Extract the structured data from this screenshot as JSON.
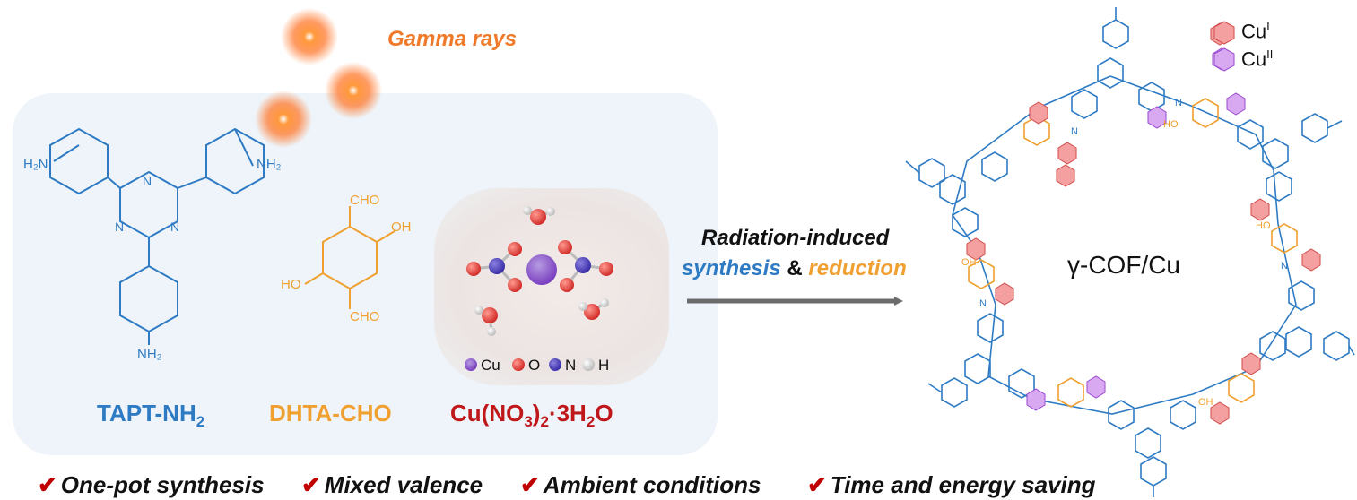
{
  "gamma_label": "Gamma rays",
  "reagents": {
    "tapt": {
      "name_main": "TAPT-NH",
      "name_sub": "2",
      "amine_top_left": "H₂N",
      "amine_top_right": "NH₂",
      "amine_bottom": "NH₂",
      "ring_atom": "N"
    },
    "dhta": {
      "name": "DHTA-CHO",
      "cho": "CHO",
      "oh": "OH",
      "ho": "HO"
    },
    "cu_salt": {
      "name_parts": [
        "Cu(NO",
        "3",
        ")",
        "2",
        "·3H",
        "2",
        "O"
      ],
      "atom_legend": [
        {
          "symbol": "Cu",
          "color": "#6a2fb0"
        },
        {
          "symbol": "O",
          "color": "#e0403a"
        },
        {
          "symbol": "N",
          "color": "#4a3fb8"
        },
        {
          "symbol": "H",
          "color": "#d8d8d8"
        }
      ]
    }
  },
  "arrow_label": {
    "line1": "Radiation-induced",
    "synthesis": "synthesis",
    "amp": "&",
    "reduction": "reduction"
  },
  "product": {
    "name": "γ-COF/Cu",
    "legend": [
      {
        "label": "Cu",
        "sup": "I",
        "color": "#f07070"
      },
      {
        "label": "Cu",
        "sup": "II",
        "color": "#b070e0"
      }
    ],
    "amine_n": "N",
    "hydroxyl": "OH",
    "hydroxyl_alt": "HO"
  },
  "checkmarks": [
    "One-pot synthesis",
    "Mixed valence",
    "Ambient conditions",
    "Time and energy saving"
  ],
  "colors": {
    "tapt_blue": "#2e7bc4",
    "dhta_orange": "#f0a030",
    "cu_red": "#c0171b",
    "gamma_orange": "#f07a2a",
    "synthesis_blue": "#2e7bc4",
    "reduction_orange": "#f0a030",
    "panel_bg": "#eef4f9",
    "check_red": "#c00000"
  }
}
